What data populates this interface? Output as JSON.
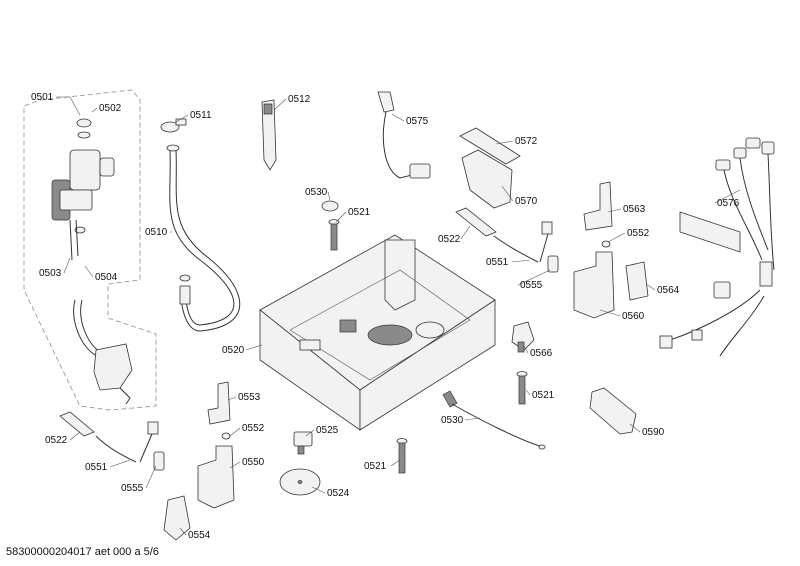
{
  "footer_text": "58300000204017 aet 000 a 5/6",
  "parts": [
    {
      "id": "p0501",
      "label": "0501"
    },
    {
      "id": "p0502",
      "label": "0502"
    },
    {
      "id": "p0503",
      "label": "0503"
    },
    {
      "id": "p0504",
      "label": "0504"
    },
    {
      "id": "p0510",
      "label": "0510"
    },
    {
      "id": "p0511",
      "label": "0511"
    },
    {
      "id": "p0512",
      "label": "0512"
    },
    {
      "id": "p0575",
      "label": "0575"
    },
    {
      "id": "p0572",
      "label": "0572"
    },
    {
      "id": "p0570",
      "label": "0570"
    },
    {
      "id": "p0530a",
      "label": "0530"
    },
    {
      "id": "p0521a",
      "label": "0521"
    },
    {
      "id": "p0522a",
      "label": "0522"
    },
    {
      "id": "p0551a",
      "label": "0551"
    },
    {
      "id": "p0555a",
      "label": "0555"
    },
    {
      "id": "p0563",
      "label": "0563"
    },
    {
      "id": "p0552a",
      "label": "0552"
    },
    {
      "id": "p0576",
      "label": "0576"
    },
    {
      "id": "p0564",
      "label": "0564"
    },
    {
      "id": "p0560",
      "label": "0560"
    },
    {
      "id": "p0520",
      "label": "0520"
    },
    {
      "id": "p0566",
      "label": "0566"
    },
    {
      "id": "p0521b",
      "label": "0521"
    },
    {
      "id": "p0530b",
      "label": "0530"
    },
    {
      "id": "p0590",
      "label": "0590"
    },
    {
      "id": "p0553",
      "label": "0553"
    },
    {
      "id": "p0552b",
      "label": "0552"
    },
    {
      "id": "p0525",
      "label": "0525"
    },
    {
      "id": "p0522b",
      "label": "0522"
    },
    {
      "id": "p0551b",
      "label": "0551"
    },
    {
      "id": "p0550",
      "label": "0550"
    },
    {
      "id": "p0521c",
      "label": "0521"
    },
    {
      "id": "p0555b",
      "label": "0555"
    },
    {
      "id": "p0524",
      "label": "0524"
    },
    {
      "id": "p0554",
      "label": "0554"
    }
  ]
}
